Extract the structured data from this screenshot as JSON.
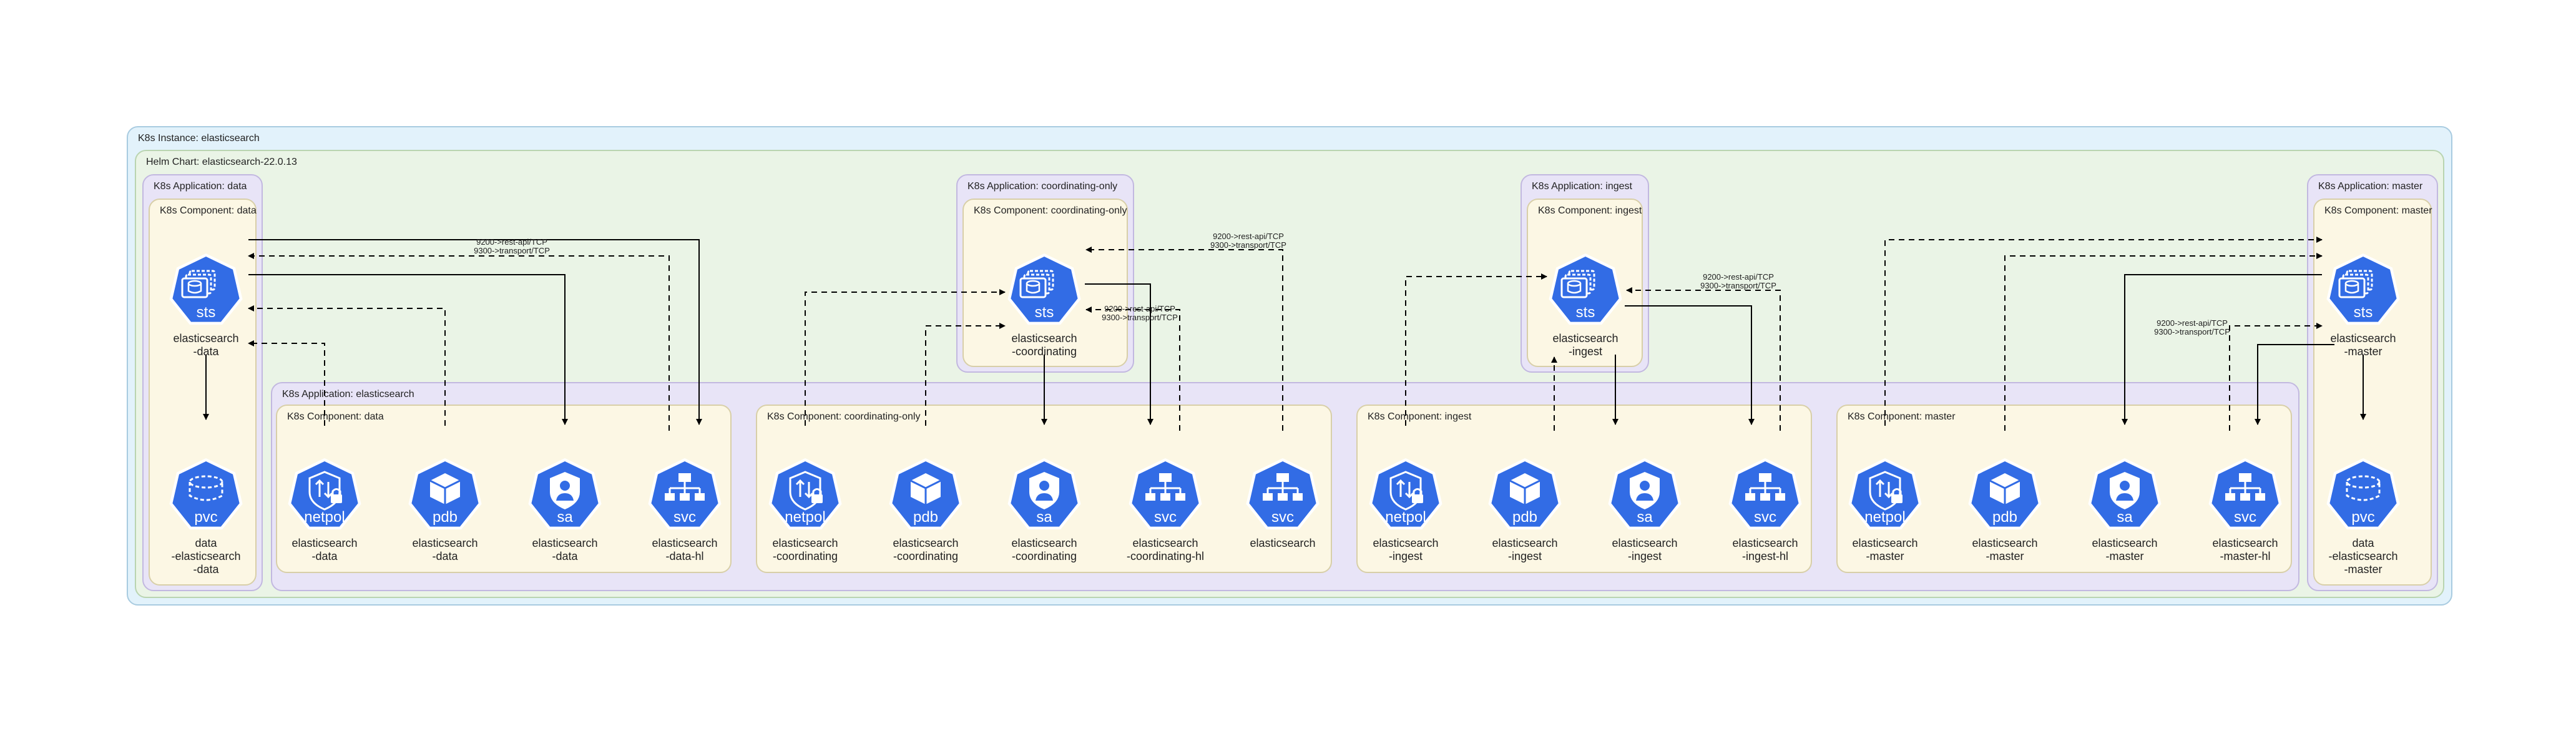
{
  "colors": {
    "icon_fill": "#326ce5",
    "icon_border": "#ffffff",
    "edge": "#000000",
    "instance_bg": "#e2f2fb",
    "helm_bg": "#eaf4e6",
    "application_bg": "#e8e4f7",
    "component_bg": "#fcf7e4"
  },
  "clusters": {
    "instance": "K8s Instance: elasticsearch",
    "helm": "Helm Chart: elasticsearch-22.0.13",
    "app_data": "K8s Application: data",
    "comp_data": "K8s Component: data",
    "app_coord": "K8s Application: coordinating-only",
    "comp_coord": "K8s Component: coordinating-only",
    "app_ingest": "K8s Application: ingest",
    "comp_ingest": "K8s Component: ingest",
    "app_master": "K8s Application: master",
    "comp_master": "K8s Component: master",
    "app_es": "K8s Application: elasticsearch",
    "comp_es_data": "K8s Component: data",
    "comp_es_coord": "K8s Component: coordinating-only",
    "comp_es_ingest": "K8s Component: ingest",
    "comp_es_master": "K8s Component: master"
  },
  "nodes": {
    "sts_data": {
      "icon": "sts-icon",
      "badge": "sts",
      "lines": [
        "elasticsearch",
        "-data"
      ]
    },
    "pvc_data": {
      "icon": "pvc-icon",
      "badge": "pvc",
      "lines": [
        "data",
        "-elasticsearch",
        "-data"
      ]
    },
    "sts_coord": {
      "icon": "sts-icon",
      "badge": "sts",
      "lines": [
        "elasticsearch",
        "-coordinating"
      ]
    },
    "sts_ingest": {
      "icon": "sts-icon",
      "badge": "sts",
      "lines": [
        "elasticsearch",
        "-ingest"
      ]
    },
    "sts_master": {
      "icon": "sts-icon",
      "badge": "sts",
      "lines": [
        "elasticsearch",
        "-master"
      ]
    },
    "pvc_master": {
      "icon": "pvc-icon",
      "badge": "pvc",
      "lines": [
        "data",
        "-elasticsearch",
        "-master"
      ]
    },
    "netpol_data": {
      "icon": "netpol-icon",
      "badge": "netpol",
      "lines": [
        "elasticsearch",
        "-data"
      ]
    },
    "pdb_data": {
      "icon": "pdb-icon",
      "badge": "pdb",
      "lines": [
        "elasticsearch",
        "-data"
      ]
    },
    "sa_data": {
      "icon": "sa-icon",
      "badge": "sa",
      "lines": [
        "elasticsearch",
        "-data"
      ]
    },
    "svc_data_hl": {
      "icon": "svc-icon",
      "badge": "svc",
      "lines": [
        "elasticsearch",
        "-data-hl"
      ]
    },
    "netpol_coord": {
      "icon": "netpol-icon",
      "badge": "netpol",
      "lines": [
        "elasticsearch",
        "-coordinating"
      ]
    },
    "pdb_coord": {
      "icon": "pdb-icon",
      "badge": "pdb",
      "lines": [
        "elasticsearch",
        "-coordinating"
      ]
    },
    "sa_coord": {
      "icon": "sa-icon",
      "badge": "sa",
      "lines": [
        "elasticsearch",
        "-coordinating"
      ]
    },
    "svc_coord_hl": {
      "icon": "svc-icon",
      "badge": "svc",
      "lines": [
        "elasticsearch",
        "-coordinating-hl"
      ]
    },
    "svc_es": {
      "icon": "svc-icon",
      "badge": "svc",
      "lines": [
        "elasticsearch"
      ]
    },
    "netpol_ingest": {
      "icon": "netpol-icon",
      "badge": "netpol",
      "lines": [
        "elasticsearch",
        "-ingest"
      ]
    },
    "pdb_ingest": {
      "icon": "pdb-icon",
      "badge": "pdb",
      "lines": [
        "elasticsearch",
        "-ingest"
      ]
    },
    "sa_ingest": {
      "icon": "sa-icon",
      "badge": "sa",
      "lines": [
        "elasticsearch",
        "-ingest"
      ]
    },
    "svc_ingest_hl": {
      "icon": "svc-icon",
      "badge": "svc",
      "lines": [
        "elasticsearch",
        "-ingest-hl"
      ]
    },
    "netpol_master": {
      "icon": "netpol-icon",
      "badge": "netpol",
      "lines": [
        "elasticsearch",
        "-master"
      ]
    },
    "pdb_master": {
      "icon": "pdb-icon",
      "badge": "pdb",
      "lines": [
        "elasticsearch",
        "-master"
      ]
    },
    "sa_master": {
      "icon": "sa-icon",
      "badge": "sa",
      "lines": [
        "elasticsearch",
        "-master"
      ]
    },
    "svc_master_hl": {
      "icon": "svc-icon",
      "badge": "svc",
      "lines": [
        "elasticsearch",
        "-master-hl"
      ]
    }
  },
  "edge_labels": {
    "data_rest": "9200->rest-api/TCP",
    "data_transport": "9300->transport/TCP",
    "coord_svc_rest": "9200->rest-api/TCP",
    "coord_svc_transport": "9300->transport/TCP",
    "coord_hl_rest": "9200->rest-api/TCP",
    "coord_hl_transport": "9300->transport/TCP",
    "ingest_rest": "9200->rest-api/TCP",
    "ingest_transport": "9300->transport/TCP",
    "master_rest": "9200->rest-api/TCP",
    "master_transport": "9300->transport/TCP"
  }
}
